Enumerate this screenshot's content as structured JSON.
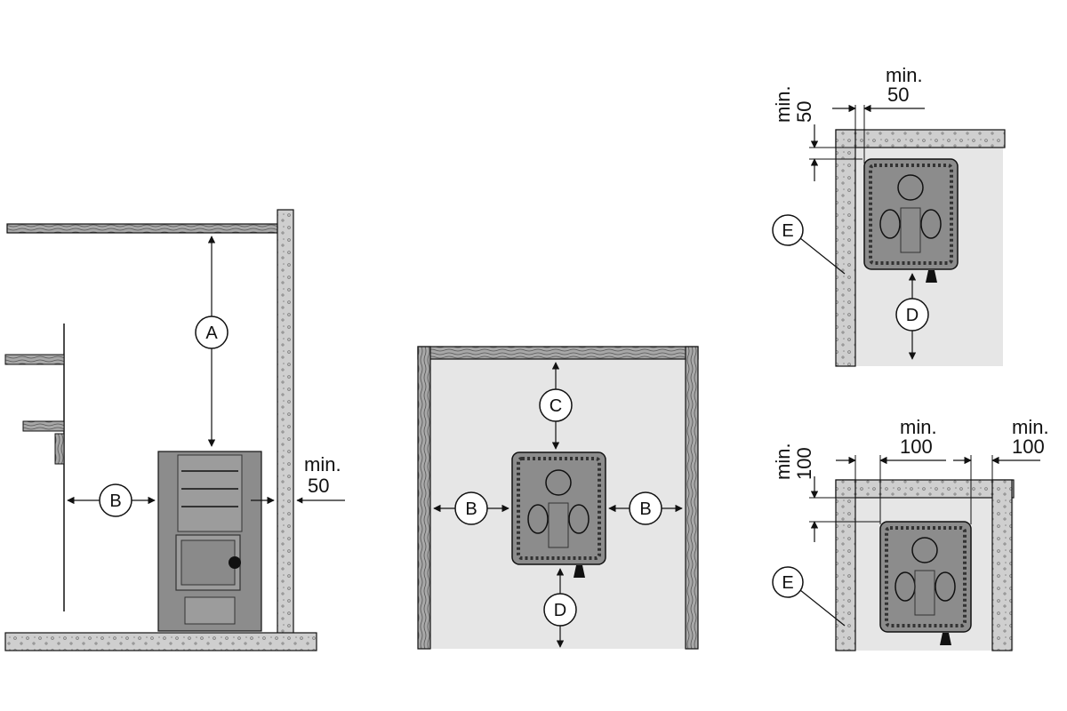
{
  "diagram": {
    "labels": {
      "a": "A",
      "b": "B",
      "c": "C",
      "d": "D",
      "e": "E"
    },
    "dims": {
      "min": "min.",
      "v50": "50",
      "v100": "100"
    },
    "colors": {
      "line": "#111111",
      "wall": "#c8c8c8",
      "wood": "#9a9a9a",
      "heater": "#8c8c8c",
      "heater_dark": "#555555",
      "room_floor": "#e6e6e6"
    }
  }
}
